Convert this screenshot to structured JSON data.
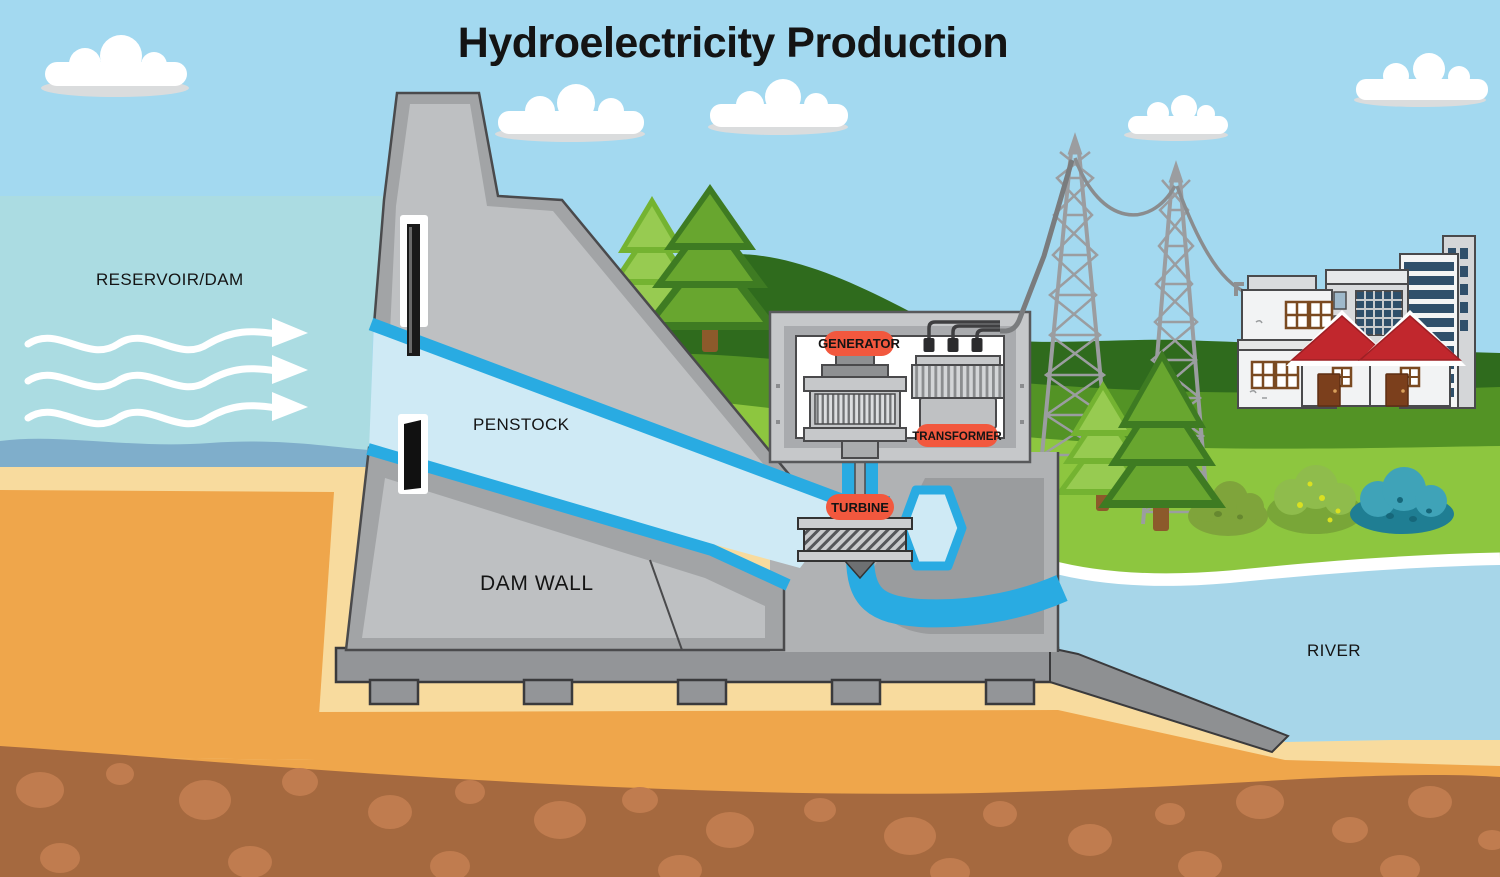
{
  "title": "Hydroelectricity Production",
  "labels": {
    "reservoir": "RESERVOIR/DAM",
    "penstock": "PENSTOCK",
    "dam_wall": "DAM WALL",
    "river": "RIVER",
    "generator": "GENERATOR",
    "transformer": "TRANSFORMER",
    "turbine": "TURBINE"
  },
  "colors": {
    "sky": "#A3D9F0",
    "reservoir_water": "#ABDCE2",
    "reservoir_deep_wave": "#7FAECB",
    "river_water": "#A7D6E9",
    "flow_water_bright": "#29ABE2",
    "penstock_inner": "#CFEAF5",
    "dam_gray_outer": "#A2A4A6",
    "dam_gray_inner": "#BEC0C2",
    "badge_orange": "#F2583E",
    "grass_bright": "#8DC63F",
    "grass_medium": "#539325",
    "grass_dark": "#2F6B1D",
    "sand_tan": "#F8DB9E",
    "soil_orange": "#EFA64B",
    "rock_brown": "#A5693F",
    "rock_stone": "#C07C4F",
    "roof_red": "#C1272D",
    "window_blue": "#30506B"
  }
}
